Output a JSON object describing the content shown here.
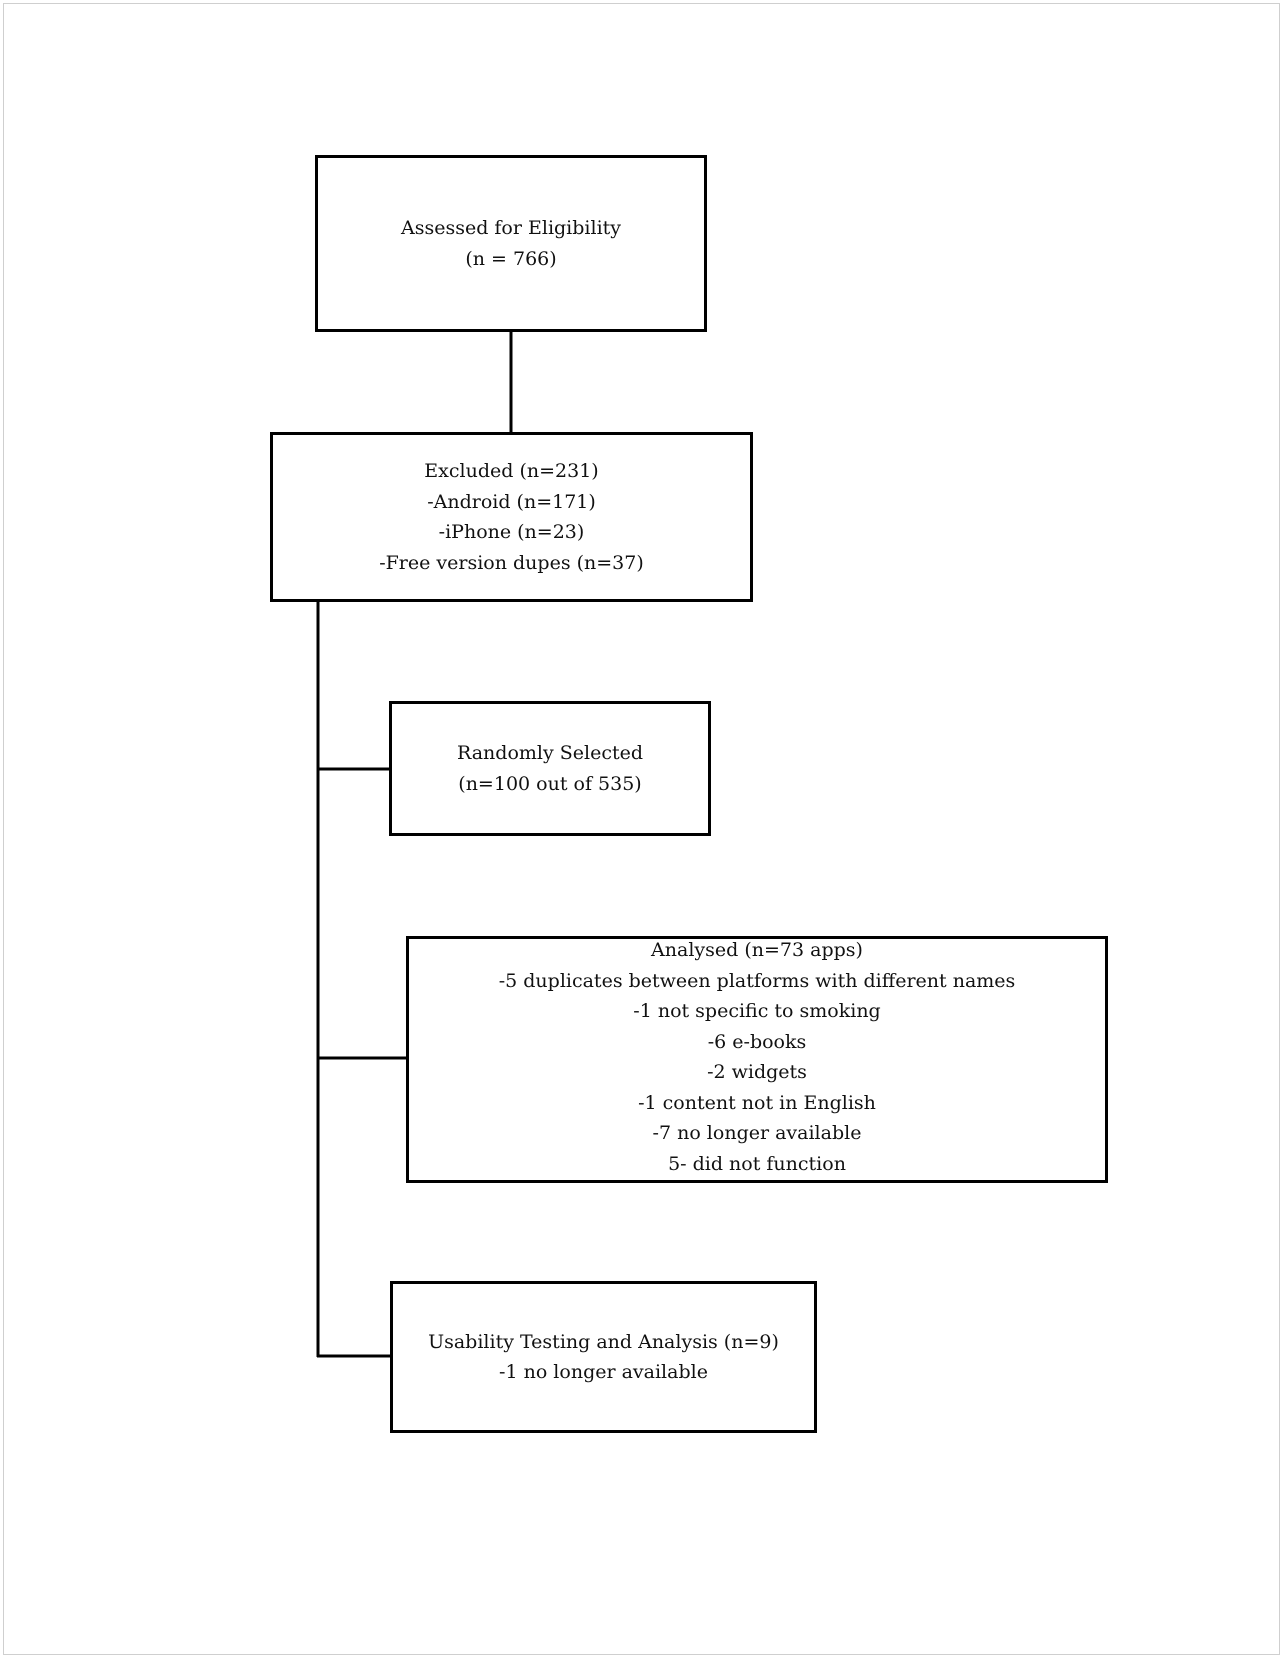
{
  "diagram": {
    "type": "flowchart",
    "nodes": [
      {
        "id": "assessed",
        "lines": [
          "Assessed for Eligibility",
          "(n = 766)"
        ]
      },
      {
        "id": "excluded",
        "lines": [
          "Excluded (n=231)",
          "-Android (n=171)",
          "-iPhone (n=23)",
          "-Free version dupes (n=37)"
        ]
      },
      {
        "id": "random",
        "lines": [
          "Randomly Selected",
          "(n=100 out of 535)"
        ]
      },
      {
        "id": "analysed",
        "lines": [
          "Analysed (n=73 apps)",
          "-5 duplicates between platforms with different names",
          "-1 not specific to smoking",
          "-6 e-books",
          "-2 widgets",
          "-1 content not in English",
          "-7 no longer available",
          "5- did not function"
        ]
      },
      {
        "id": "usability",
        "lines": [
          "Usability Testing and Analysis (n=9)",
          "-1 no longer available"
        ]
      }
    ],
    "edges": [
      {
        "from": "assessed",
        "to": "excluded"
      },
      {
        "from": "excluded",
        "to": "random"
      },
      {
        "from": "excluded",
        "to": "analysed"
      },
      {
        "from": "excluded",
        "to": "usability"
      }
    ]
  }
}
